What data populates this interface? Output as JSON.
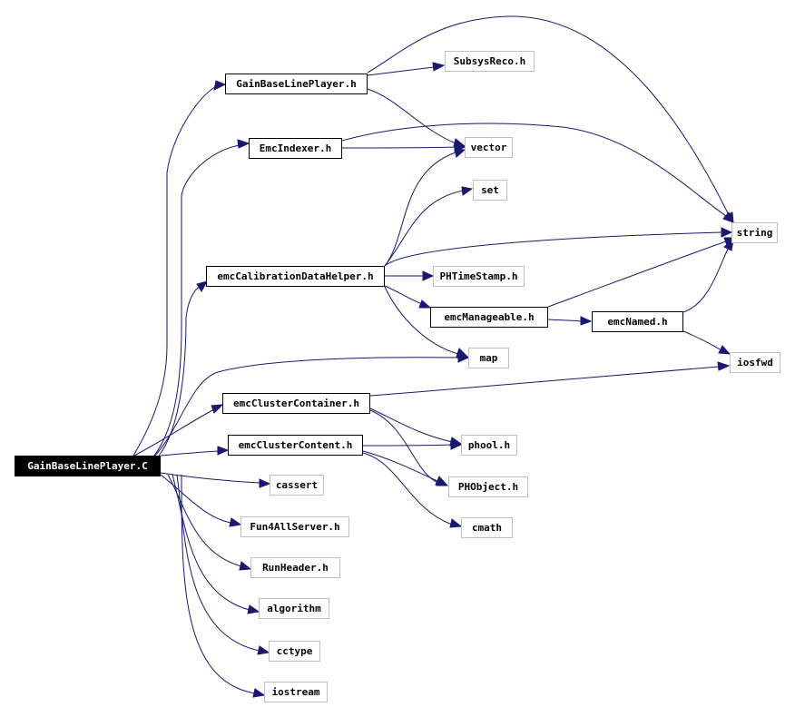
{
  "nodes": {
    "root": "GainBaseLinePlayer.C",
    "gainbaselineplayer_h": "GainBaseLinePlayer.h",
    "subsysreco_h": "SubsysReco.h",
    "emcindexer_h": "EmcIndexer.h",
    "vector": "vector",
    "set": "set",
    "string": "string",
    "emccalibrationdatahelper_h": "emcCalibrationDataHelper.h",
    "phtimestamp_h": "PHTimeStamp.h",
    "emcmanageable_h": "emcManageable.h",
    "emcnamed_h": "emcNamed.h",
    "map": "map",
    "iosfwd": "iosfwd",
    "emcclustercontainer_h": "emcClusterContainer.h",
    "emcclustercontent_h": "emcClusterContent.h",
    "phool_h": "phool.h",
    "phobject_h": "PHObject.h",
    "cmath": "cmath",
    "cassert": "cassert",
    "fun4allserver_h": "Fun4AllServer.h",
    "runheader_h": "RunHeader.h",
    "algorithm": "algorithm",
    "cctype": "cctype",
    "iostream": "iostream"
  },
  "edge_color": "#191970"
}
